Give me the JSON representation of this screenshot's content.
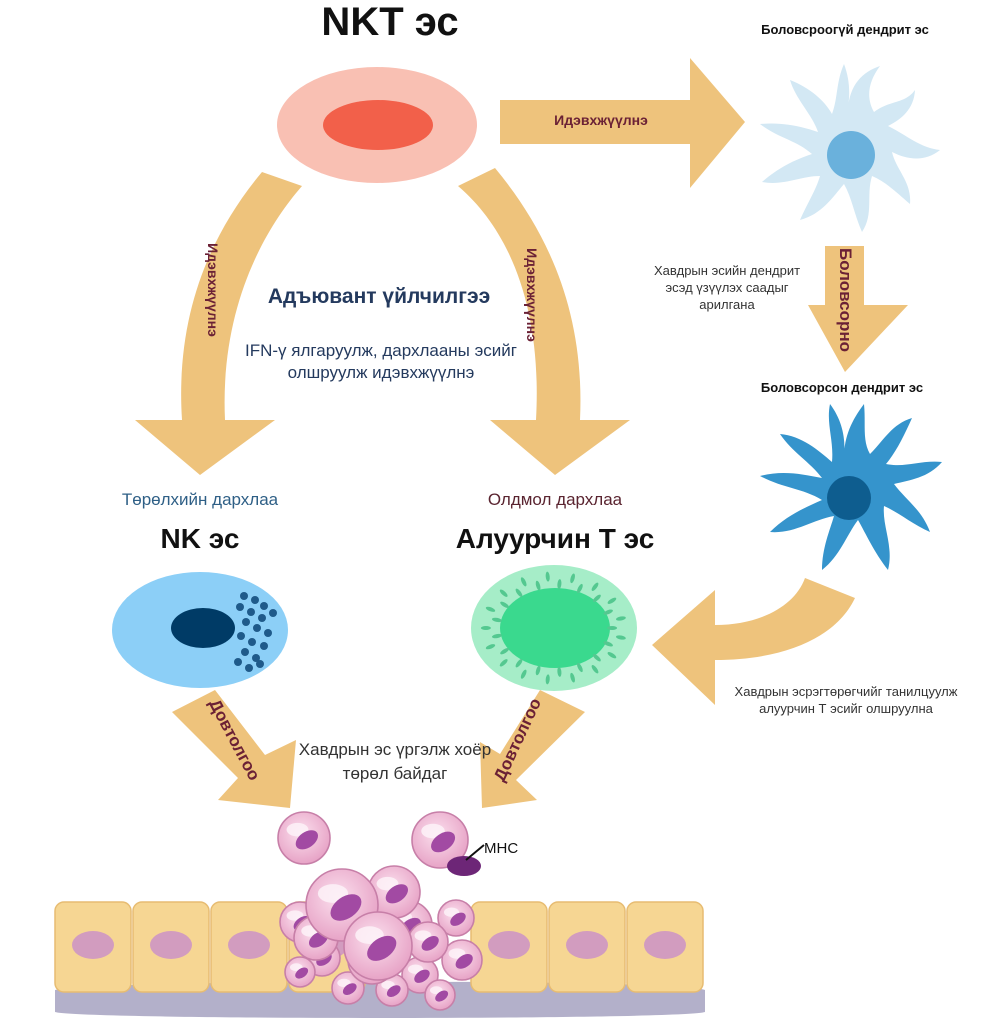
{
  "title": "NKT эс",
  "immature_dc": {
    "label": "Боловсроогүй дендрит эс",
    "description": "Хавдрын эсийн дендрит эсэд үзүүлэх саадыг арилгана"
  },
  "mature_dc": {
    "label": "Боловсорсон дендрит эс",
    "description": "Хавдрын эсрэгтөрөгчийг танилцуулж алуурчин Т эсийг олшруулна"
  },
  "adjuvant": {
    "title": "Адъювант үйлчилгээ",
    "description": "IFN-γ ялгаруулж, дархлааны эсийг олшруулж идэвхжүүлнэ"
  },
  "innate": {
    "label": "Төрөлхийн дархлаа",
    "cell": "NK эс"
  },
  "adaptive": {
    "label": "Олдмол дархлаа",
    "cell": "Алуурчин Т эс"
  },
  "tumor": {
    "description": "Хавдрын эс үргэлж хоёр төрөл байдаг",
    "mhc": "MHC"
  },
  "arrows": {
    "activate_right": "Идэвхжүүлнэ",
    "activate_left": "Идэвхжүүлнэ",
    "activate_center": "Идэвхжүүлнэ",
    "mature": "Боловсорно",
    "attack_left": "Довтолгоо",
    "attack_right": "Довтолгоо"
  },
  "colors": {
    "arrow": "#eec37c",
    "nkt_outer": "#f9c0b3",
    "nkt_inner": "#f2604a",
    "immature_dc": "#d3e8f4",
    "mature_dc": "#3594cc",
    "nk": "#8ccff7",
    "killer_t_outer": "#a6edc8",
    "killer_t_inner": "#3ad98e"
  }
}
